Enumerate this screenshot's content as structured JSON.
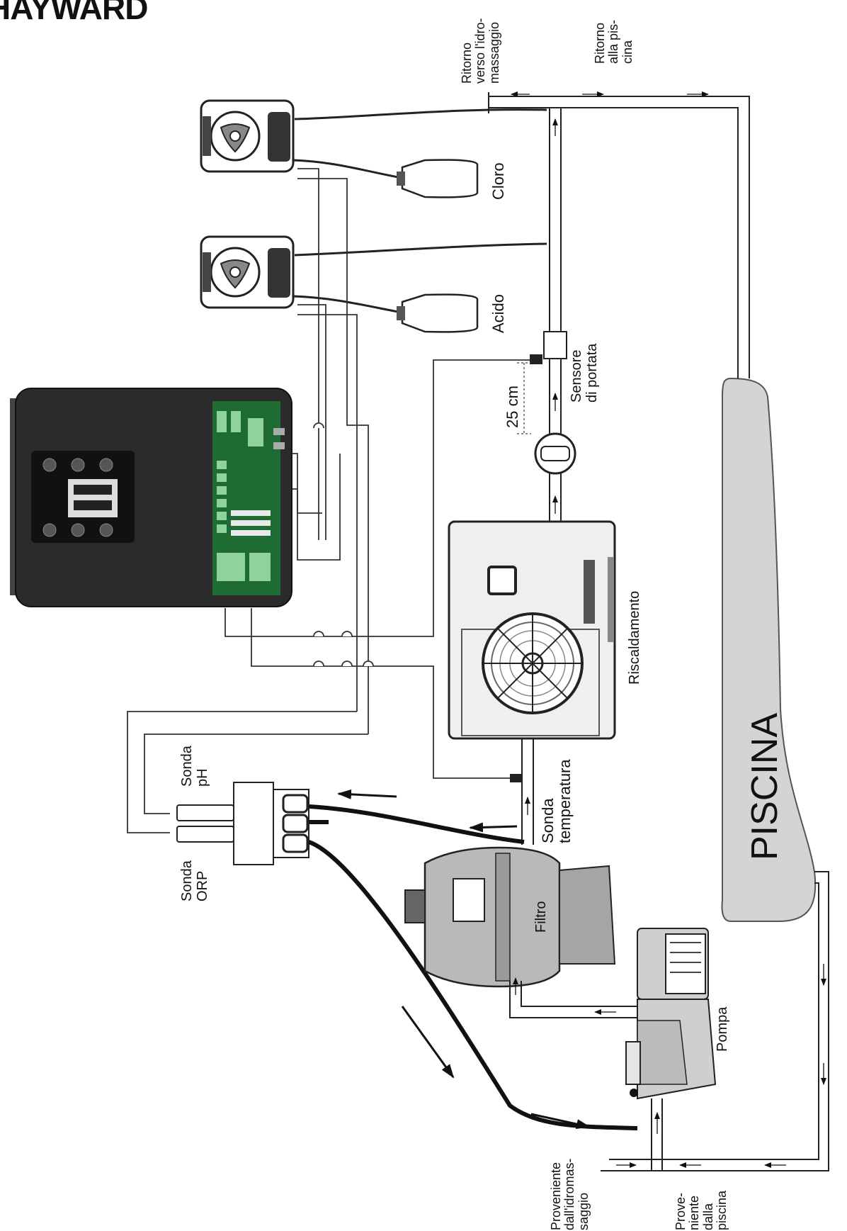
{
  "brand": "HAYWARD",
  "labels": {
    "return_spa": "Ritorno\nverso l'idro-\nmassaggio",
    "return_pool": "Ritorno\nalla pis-\ncina",
    "chlorine": "Cloro",
    "acid": "Acido",
    "flow_sensor": "Sensore\ndi portata",
    "distance": "25 cm",
    "heating": "Riscaldamento",
    "pool": "PISCINA",
    "probe_ph": "Sonda\npH",
    "probe_orp": "Sonda\nORP",
    "probe_temp": "Sonda\ntemperatura",
    "filter": "Filtro",
    "pump": "Pompa",
    "from_spa": "Proveniente\ndall'idromas-\nsaggio",
    "from_pool": "Prove-\nniente\ndalla\npiscina"
  },
  "colors": {
    "panel": "#2b2b2b",
    "board": "#1f6b34",
    "pool_fill": "#d4d4d4",
    "filter_fill": "#b9b9b9",
    "heater_fill": "#efefef",
    "pipe": "#222222"
  }
}
